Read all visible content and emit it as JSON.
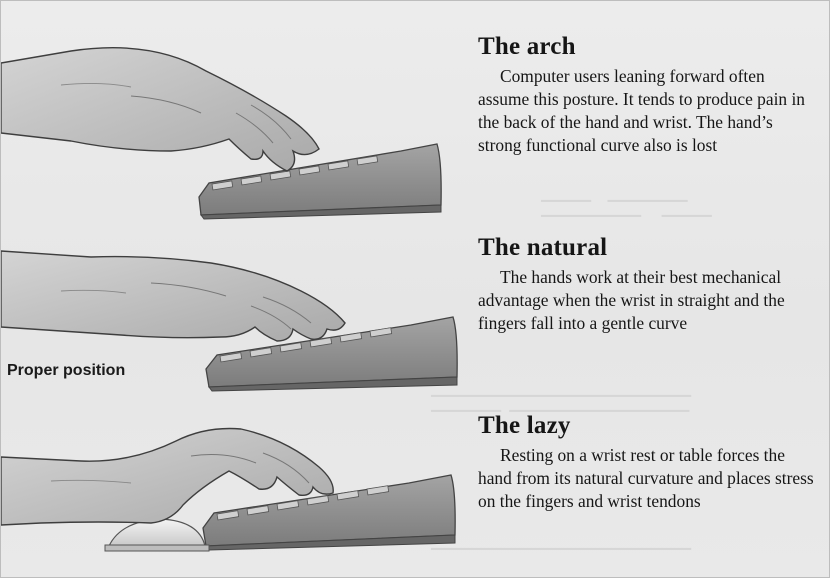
{
  "sections": [
    {
      "title": "The arch",
      "body": "Computer users leaning forward often assume this posture. It tends to produce pain in the back of the hand and wrist. The hand’s strong functional curve also is lost"
    },
    {
      "title": "The natural",
      "body": "The hands work at their best mechanical advantage when the wrist in straight and the fingers fall into a gentle curve"
    },
    {
      "title": "The lazy",
      "body": "Resting on a wrist rest or table forces the hand from its natural curvature and places stress on the fingers and wrist tendons"
    }
  ],
  "illustration_label": "Proper position",
  "colors": {
    "background": "#eaeaea",
    "ink": "#161616",
    "keyboard": "#8e8e8e",
    "hand": "#b9b9b9"
  }
}
